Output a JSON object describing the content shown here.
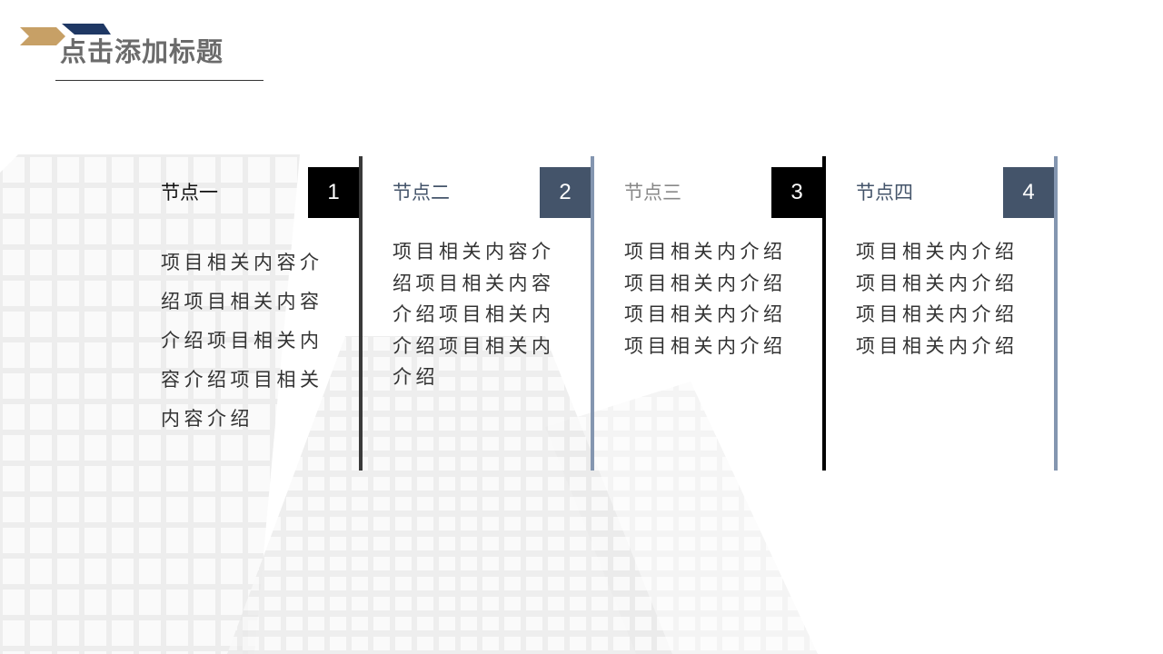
{
  "title": "点击添加标题",
  "colors": {
    "dark": "#000000",
    "slate": "#44546a",
    "bar_light": "#8496b0",
    "gold": "#c7a066",
    "navy": "#1f3864"
  },
  "nodes": [
    {
      "title": "节点一",
      "number": "1",
      "body": "项目相关内容介绍项目相关内容介绍项目相关内容介绍项目相关内容介绍"
    },
    {
      "title": "节点二",
      "number": "2",
      "body": "项目相关内容介绍项目相关内容介绍项目相关内介绍项目相关内介绍"
    },
    {
      "title": "节点三",
      "number": "3",
      "body": "项目相关内介绍项目相关内介绍项目相关内介绍项目相关内介绍"
    },
    {
      "title": "节点四",
      "number": "4",
      "body": "项目相关内介绍项目相关内介绍项目相关内介绍项目相关内介绍"
    }
  ]
}
